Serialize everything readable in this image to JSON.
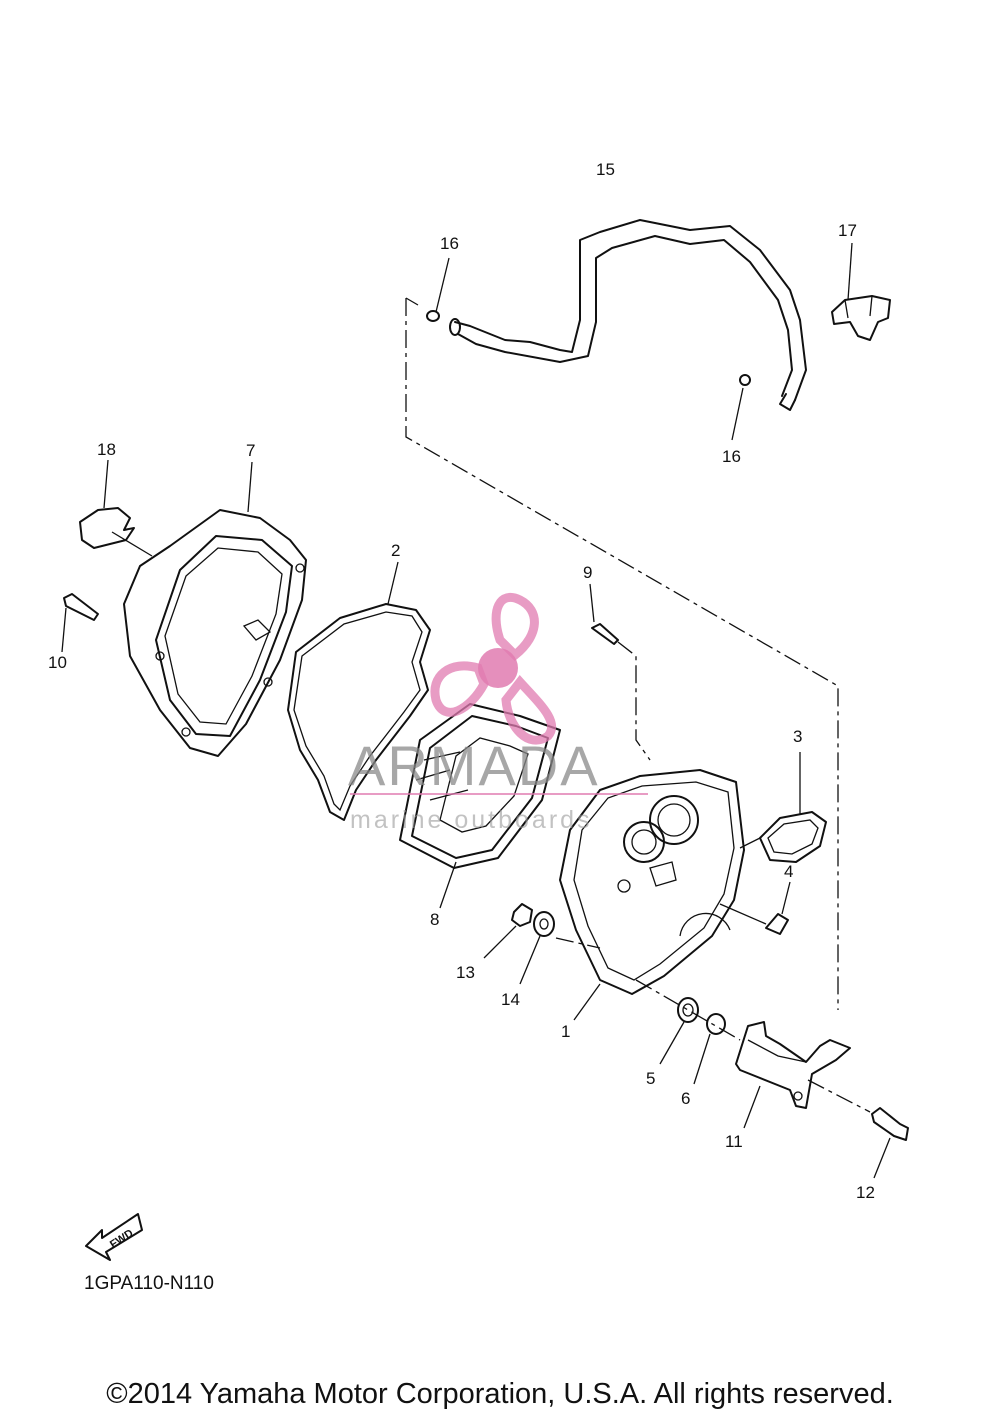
{
  "diagram": {
    "callouts": [
      "1",
      "2",
      "3",
      "4",
      "5",
      "6",
      "7",
      "8",
      "9",
      "10",
      "11",
      "12",
      "13",
      "14",
      "15",
      "16",
      "16",
      "17",
      "18"
    ],
    "fwd_label": "FWD",
    "reference_code": "1GPA110-N110"
  },
  "watermark": {
    "brand": "ARMADA",
    "tagline": "marine outboards",
    "accent_color": "#e07bb0"
  },
  "footer": {
    "copyright": "©2014 Yamaha Motor Corporation, U.S.A. All rights reserved."
  }
}
